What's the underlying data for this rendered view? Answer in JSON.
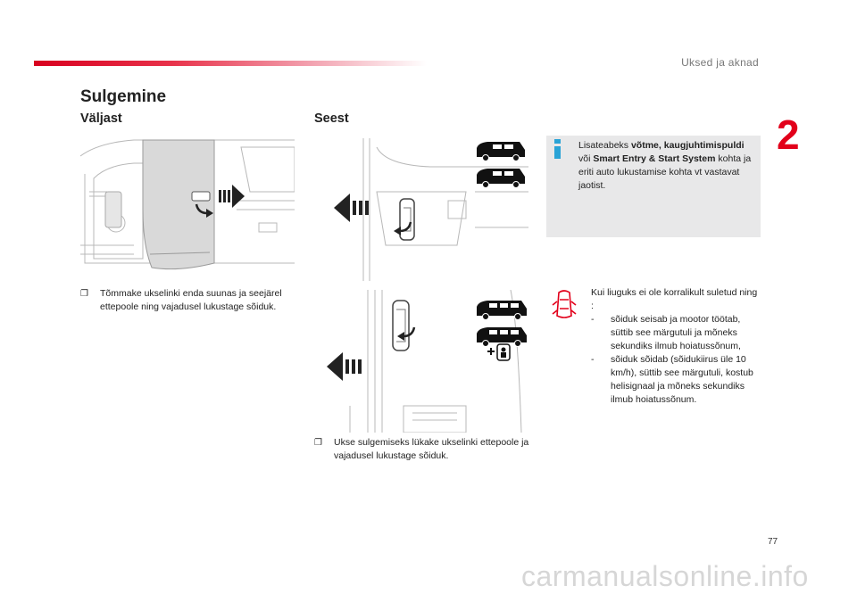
{
  "header": {
    "section_title": "Uksed ja aknad",
    "chapter_number": "2"
  },
  "page": {
    "title": "Sulgemine",
    "page_number": "77",
    "footer_watermark": "carmanualsonline.info"
  },
  "outside": {
    "heading": "Väljast",
    "step_text": "Tõmmake ukselinki enda suunas ja seejärel ettepoole ning vajadusel lukustage sõiduk."
  },
  "inside": {
    "heading": "Seest",
    "step_text": "Ukse sulgemiseks lükake ukselinki ettepoole ja vajadusel lukustage sõiduk."
  },
  "info_box": {
    "prefix": "Lisateabeks ",
    "bold1": "võtme, kaugjuhtimispuldi",
    "mid": " või ",
    "bold2": "Smart Entry & Start System",
    "suffix": " kohta ja eriti auto lukustamise kohta vt vastavat jaotist."
  },
  "warning": {
    "intro": "Kui liuguks ei ole korralikult suletud ning :",
    "dash": "-",
    "item1": "sõiduk seisab ja mootor töötab, süttib see märgutuli ja mõneks sekundiks ilmub hoiatussõnum,",
    "item2": "sõiduk sõidab (sõidukiirus üle 10 km/h), süttib see märgutuli, kostub helisignaal ja mõneks sekundiks ilmub hoiatussõnum."
  },
  "icons": {
    "bullet": "checkbox-bullet-icon",
    "info": "info-icon",
    "warning": "car-door-open-warning-icon",
    "van": "van-silhouette-icon",
    "arrow": "push-arrow-icon"
  },
  "colors": {
    "accent": "#e2001a",
    "info_blue": "#2aa3d6",
    "info_bg": "#e8e8e9"
  }
}
